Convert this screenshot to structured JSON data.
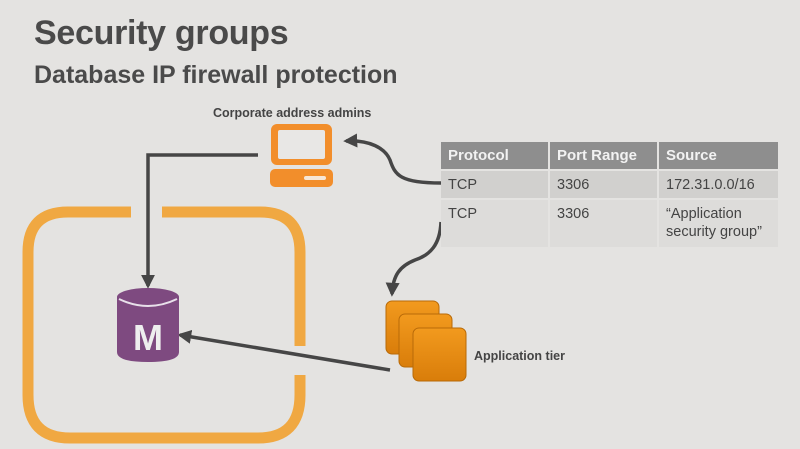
{
  "slide": {
    "title": "Security groups",
    "subtitle": "Database IP firewall protection"
  },
  "nodes": {
    "admins": {
      "label": "Corporate address admins",
      "icon": "desktop-computer-icon",
      "color": "#f28e2b"
    },
    "database": {
      "label": "M",
      "icon": "mysql-database-icon",
      "color": "#7e4a80"
    },
    "app_tier": {
      "label": "Application tier",
      "icon": "instances-stack-icon",
      "color": "#e58a10"
    },
    "security_group": {
      "icon": "security-group-boundary",
      "color": "#f0a842"
    }
  },
  "rules_table": {
    "headers": [
      "Protocol",
      "Port Range",
      "Source"
    ],
    "rows": [
      {
        "protocol": "TCP",
        "port_range": "3306",
        "source": "172.31.0.0/16"
      },
      {
        "protocol": "TCP",
        "port_range": "3306",
        "source": "“Application security group”"
      }
    ]
  },
  "connections": [
    {
      "from": "rules_table.rows.0",
      "to": "admins"
    },
    {
      "from": "rules_table.rows.1",
      "to": "app_tier"
    },
    {
      "from": "admins",
      "to": "database"
    },
    {
      "from": "app_tier",
      "to": "database"
    }
  ]
}
